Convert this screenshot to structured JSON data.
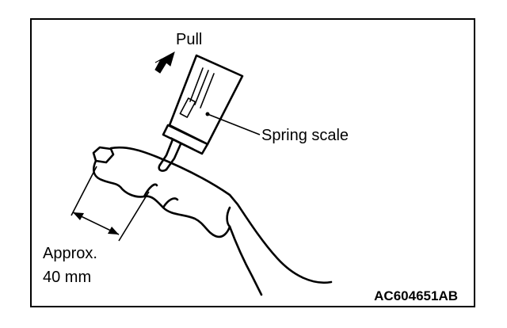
{
  "diagram": {
    "labels": {
      "pull": "Pull",
      "spring_scale": "Spring scale",
      "approx_line1": "Approx.",
      "approx_line2": "40 mm",
      "figure_code": "AC604651AB"
    }
  }
}
